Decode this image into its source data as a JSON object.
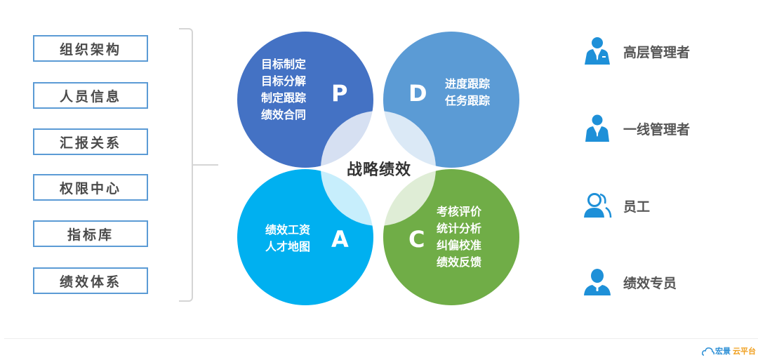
{
  "modules": [
    {
      "label": "组织架构"
    },
    {
      "label": "人员信息"
    },
    {
      "label": "汇报关系"
    },
    {
      "label": "权限中心"
    },
    {
      "label": "指标库"
    },
    {
      "label": "绩效体系"
    }
  ],
  "cycle": {
    "center_label": "战略绩效",
    "quadrants": [
      {
        "letter": "P",
        "color": "#4472c4",
        "items": [
          "目标制定",
          "目标分解",
          "制定跟踪",
          "绩效合同"
        ]
      },
      {
        "letter": "D",
        "color": "#5b9bd5",
        "items": [
          "进度跟踪",
          "任务跟踪"
        ]
      },
      {
        "letter": "A",
        "color": "#00b0f0",
        "items": [
          "绩效工资",
          "人才地图"
        ]
      },
      {
        "letter": "C",
        "color": "#70ad47",
        "items": [
          "考核评价",
          "统计分析",
          "纠偏校准",
          "绩效反馈"
        ]
      }
    ]
  },
  "roles": [
    {
      "label": "高层管理者",
      "icon": "executive-icon"
    },
    {
      "label": "一线管理者",
      "icon": "manager-icon"
    },
    {
      "label": "员工",
      "icon": "employees-icon"
    },
    {
      "label": "绩效专员",
      "icon": "specialist-icon"
    }
  ],
  "colors": {
    "icon_blue": "#1e90d8",
    "box_border": "#5b9bd5"
  },
  "logo": {
    "brand": "宏景",
    "suffix": "云平台"
  }
}
